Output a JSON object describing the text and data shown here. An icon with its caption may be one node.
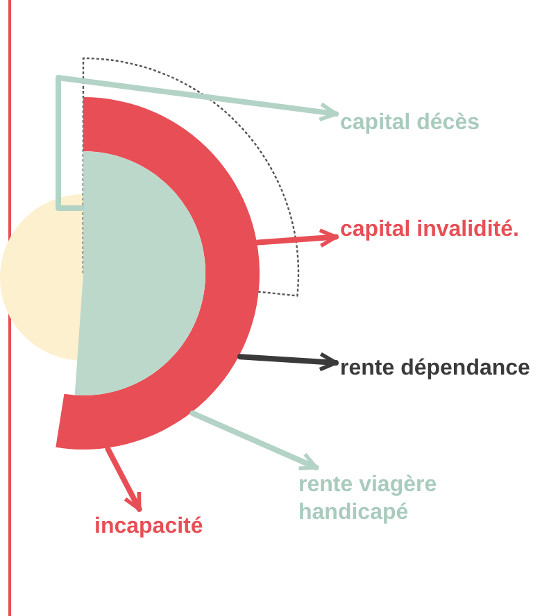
{
  "diagram": {
    "nodes": [
      {
        "text": [],
        "shape": "ring"
      },
      {
        "text": [],
        "shape": "circle"
      },
      {
        "text": [
          "capital décès"
        ]
      },
      {
        "text": [
          "capital invalidité."
        ]
      },
      {
        "text": [
          "rente dépendance"
        ]
      },
      {
        "text": [
          "rente viagère handicapé"
        ]
      },
      {
        "text": [
          "incapacité"
        ]
      }
    ],
    "edges": [
      {
        "from": 1,
        "to": 2,
        "arrow": "to",
        "color": "#b3d3c6"
      },
      {
        "from": 0,
        "to": 3,
        "arrow": "to",
        "color": "#e84e55"
      },
      {
        "from": 0,
        "to": 4,
        "arrow": "to",
        "color": "#3a3a3a"
      },
      {
        "from": 0,
        "to": 5,
        "arrow": "to",
        "color": "#b3d3c6"
      },
      {
        "from": 0,
        "to": 6,
        "arrow": "to",
        "color": "#e84e55"
      }
    ]
  }
}
